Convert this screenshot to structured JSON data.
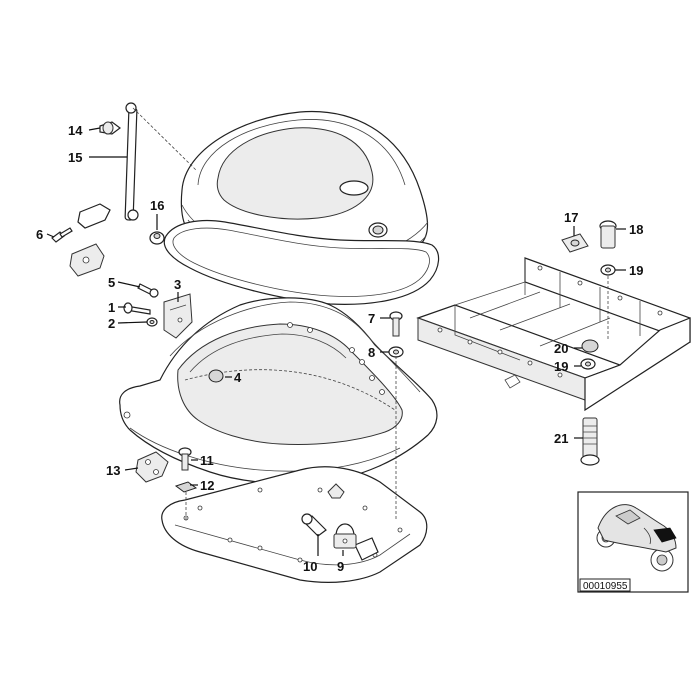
{
  "diagram": {
    "callouts": [
      {
        "id": "1",
        "label": "1"
      },
      {
        "id": "2",
        "label": "2"
      },
      {
        "id": "3",
        "label": "3"
      },
      {
        "id": "4",
        "label": "4"
      },
      {
        "id": "5",
        "label": "5"
      },
      {
        "id": "6",
        "label": "6"
      },
      {
        "id": "7",
        "label": "7"
      },
      {
        "id": "8",
        "label": "8"
      },
      {
        "id": "9",
        "label": "9"
      },
      {
        "id": "10",
        "label": "10"
      },
      {
        "id": "11",
        "label": "11"
      },
      {
        "id": "12",
        "label": "12"
      },
      {
        "id": "13",
        "label": "13"
      },
      {
        "id": "14",
        "label": "14"
      },
      {
        "id": "15",
        "label": "15"
      },
      {
        "id": "16",
        "label": "16"
      },
      {
        "id": "17",
        "label": "17"
      },
      {
        "id": "18",
        "label": "18"
      },
      {
        "id": "19a",
        "label": "19"
      },
      {
        "id": "19b",
        "label": "19"
      },
      {
        "id": "20",
        "label": "20"
      },
      {
        "id": "21",
        "label": "21"
      }
    ],
    "inset": {
      "document_number": "00010955"
    }
  }
}
